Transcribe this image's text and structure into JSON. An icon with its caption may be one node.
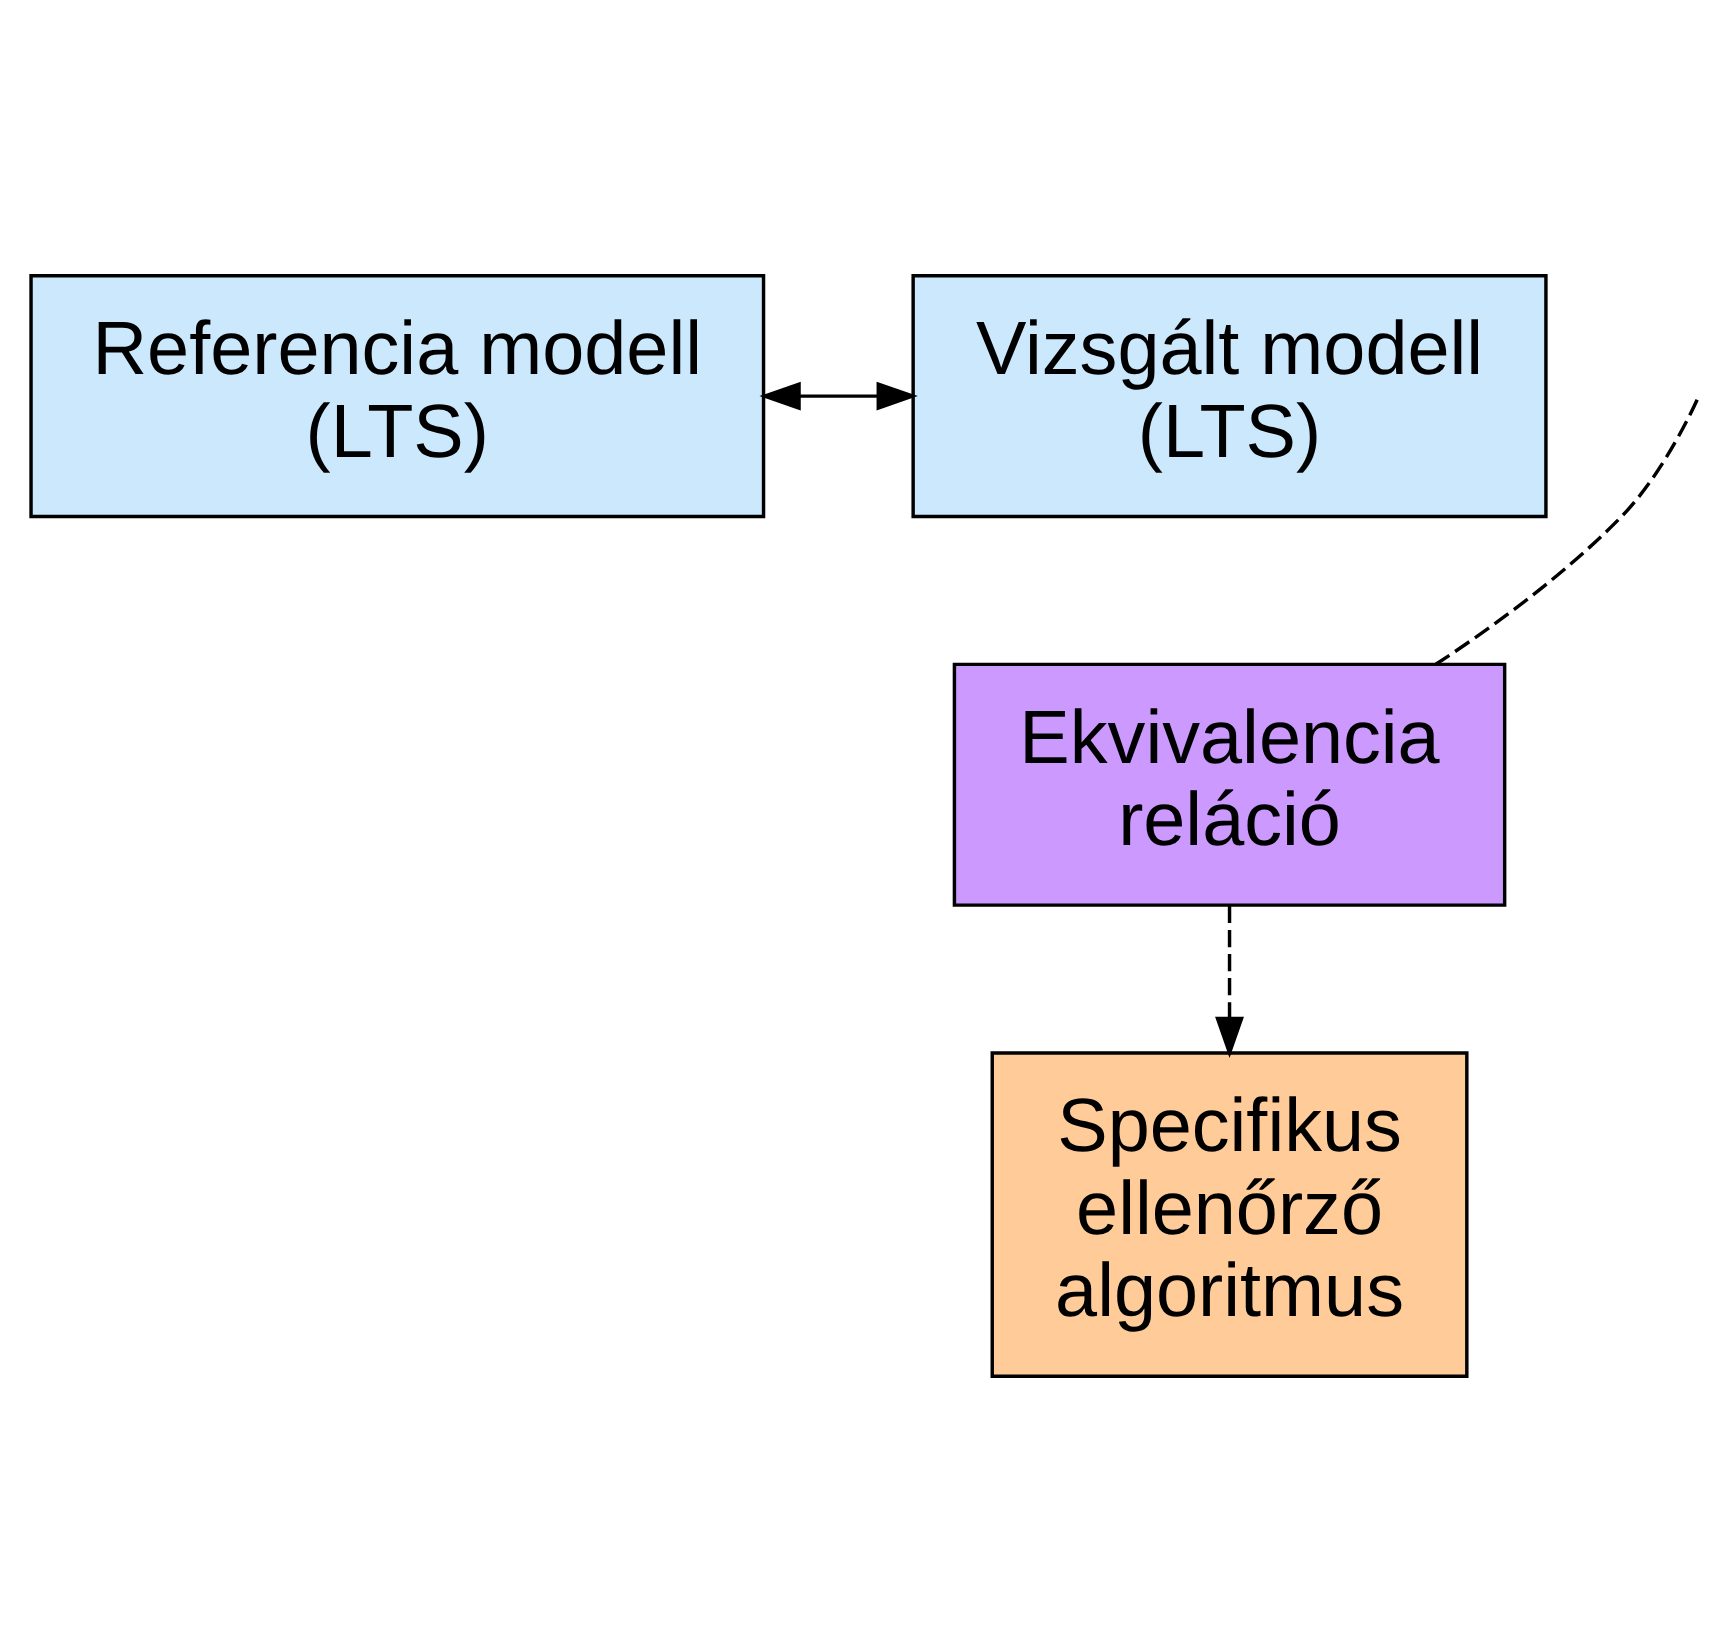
{
  "diagram": {
    "nodes": [
      {
        "text": [
          "Referencia modell (LTS)"
        ]
      },
      {
        "text": [
          "Vizsgált modell (LTS)"
        ]
      },
      {
        "text": [
          "Ekvivalencia reláció"
        ]
      },
      {
        "text": [
          "Specifikus ellenőrző algoritmus"
        ]
      }
    ],
    "edges": [
      {
        "from": 0,
        "to": 1,
        "arrow": "both"
      },
      {
        "from": null,
        "to": 2,
        "arrow": "none",
        "style": "dashed"
      },
      {
        "from": 2,
        "to": 3,
        "arrow": "to",
        "style": "dashed"
      }
    ]
  }
}
